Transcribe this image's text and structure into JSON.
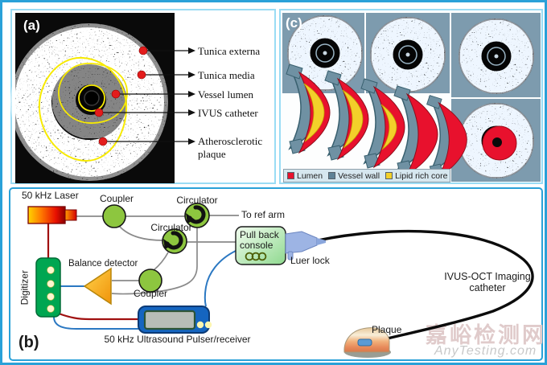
{
  "panel_a": {
    "tag": "(a)",
    "annotations": [
      "Tunica externa",
      "Tunica media",
      "Vessel lumen",
      "IVUS catheter",
      "Atherosclerotic plaque"
    ]
  },
  "panel_c": {
    "tag": "(c)",
    "legend": [
      {
        "label": "Lumen",
        "color": "#e8112d"
      },
      {
        "label": "Vessel wall",
        "color": "#5f8296"
      },
      {
        "label": "Lipid rich core",
        "color": "#f3d02a"
      }
    ]
  },
  "panel_b": {
    "tag": "(b)",
    "labels": {
      "laser": "50 kHz Laser",
      "coupler_top": "Coupler",
      "circulator_top": "Circulator",
      "circulator_mid": "Circulator",
      "to_ref_arm": "To ref arm",
      "console": "Pull back console",
      "luer_lock": "Luer lock",
      "balance_detector": "Balance detector",
      "digitizer": "Digitizer",
      "coupler_bottom": "Coupler",
      "pulser": "50 kHz Ultrasound Pulser/receiver",
      "catheter": "IVUS-OCT Imaging catheter",
      "plaque": "Plaque"
    }
  },
  "watermark": {
    "line1": "嘉峪检测网",
    "line2": "AnyTesting.com"
  },
  "colors": {
    "border_blue": "#2aa1d8",
    "contour_yellow": "#f7ea00",
    "marker_red": "#e31c1c",
    "fiber_gray": "#8a8a8a",
    "electrical_red": "#a01010",
    "signal_blue": "#2b78c2"
  }
}
